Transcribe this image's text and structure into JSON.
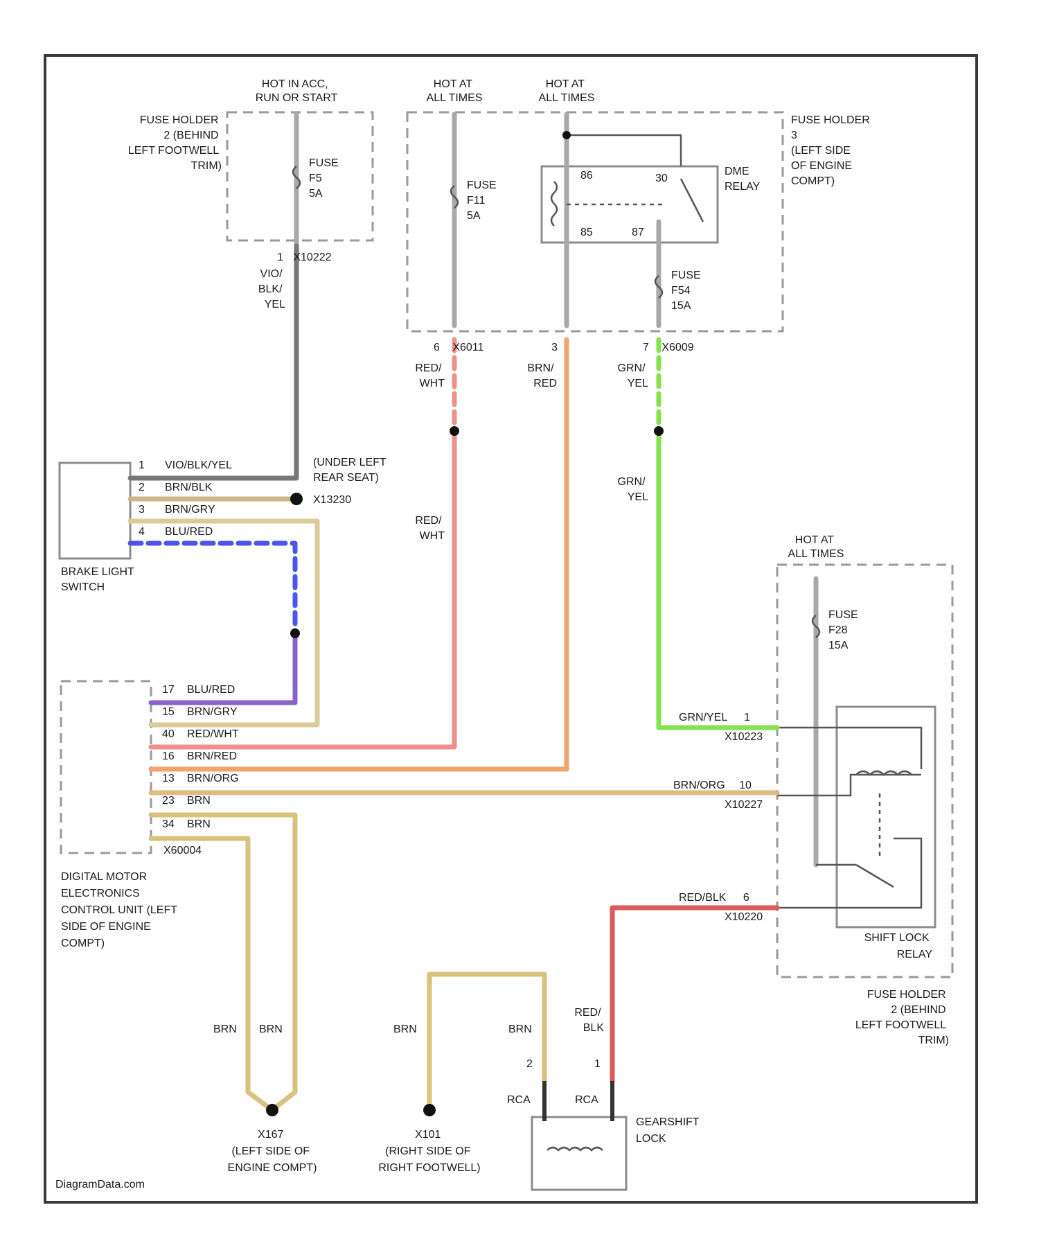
{
  "power_labels": {
    "hot_run_start": [
      "HOT IN ACC,",
      "RUN OR START"
    ],
    "hot_all_times_1": [
      "HOT AT",
      "ALL TIMES"
    ],
    "hot_all_times_2": [
      "HOT AT",
      "ALL TIMES"
    ],
    "hot_all_times_3": [
      "HOT AT",
      "ALL TIMES"
    ]
  },
  "fuse_holders": {
    "left_top": [
      "FUSE HOLDER",
      "2 (BEHIND",
      "LEFT FOOTWELL",
      "TRIM)"
    ],
    "engine": [
      "FUSE HOLDER",
      "3",
      "(LEFT SIDE",
      "OF ENGINE",
      "COMPT)"
    ],
    "right_bottom": [
      "FUSE HOLDER",
      "2 (BEHIND",
      "LEFT FOOTWELL",
      "TRIM)"
    ]
  },
  "fuses": {
    "f5": [
      "FUSE",
      "F5",
      "5A"
    ],
    "f11": [
      "FUSE",
      "F11",
      "5A"
    ],
    "f54": [
      "FUSE",
      "F54",
      "15A"
    ],
    "f28": [
      "FUSE",
      "F28",
      "15A"
    ]
  },
  "dme_relay": {
    "label": [
      "DME",
      "RELAY"
    ],
    "pins": {
      "p86": "86",
      "p30": "30",
      "p85": "85",
      "p87": "87"
    }
  },
  "connectors": {
    "x10222_top": {
      "pin": "1",
      "id": "X10222"
    },
    "x6011": {
      "pin": "6",
      "id": "X6011"
    },
    "x6011_pin3": {
      "pin": "3"
    },
    "x6009": {
      "pin": "7",
      "id": "X6009"
    },
    "x13230": "X13230",
    "x10223": "X10223",
    "x10227": "X10227",
    "x10220": "X10220",
    "x60004": "X60004"
  },
  "wire_labels": {
    "vio_blk_yel": [
      "VIO/",
      "BLK/",
      "YEL"
    ],
    "red_wht_top": [
      "RED/",
      "WHT"
    ],
    "brn_red_top": [
      "BRN/",
      "RED"
    ],
    "grn_yel_top": [
      "GRN/",
      "YEL"
    ],
    "red_wht_mid": [
      "RED/",
      "WHT"
    ],
    "grn_yel_mid": [
      "GRN/",
      "YEL"
    ],
    "grn_yel_relay": {
      "color": "GRN/YEL",
      "pin": "1"
    },
    "brn_org_relay": {
      "color": "BRN/ORG",
      "pin": "10"
    },
    "red_blk_relay": {
      "color": "RED/BLK",
      "pin": "6"
    },
    "brn_1": "BRN",
    "brn_2": "BRN",
    "brn_3": "BRN",
    "brn_4": "BRN",
    "red_blk_lock": [
      "RED/",
      "BLK"
    ],
    "lock_pin_left": "2",
    "lock_pin_right": "1",
    "rca_left": "RCA",
    "rca_right": "RCA"
  },
  "brake_switch": {
    "label": [
      "BRAKE LIGHT",
      "SWITCH"
    ],
    "pins": [
      {
        "num": "1",
        "color": "VIO/BLK/YEL"
      },
      {
        "num": "2",
        "color": "BRN/BLK"
      },
      {
        "num": "3",
        "color": "BRN/GRY"
      },
      {
        "num": "4",
        "color": "BLU/RED"
      }
    ],
    "ground_label": [
      "(UNDER LEFT",
      "REAR SEAT)"
    ]
  },
  "dme": {
    "label": [
      "DIGITAL MOTOR",
      "ELECTRONICS",
      "CONTROL UNIT (LEFT",
      "SIDE OF ENGINE",
      "COMPT)"
    ],
    "pins": [
      {
        "num": "17",
        "color": "BLU/RED"
      },
      {
        "num": "15",
        "color": "BRN/GRY"
      },
      {
        "num": "40",
        "color": "RED/WHT"
      },
      {
        "num": "16",
        "color": "BRN/RED"
      },
      {
        "num": "13",
        "color": "BRN/ORG"
      },
      {
        "num": "23",
        "color": "BRN"
      },
      {
        "num": "34",
        "color": "BRN"
      }
    ]
  },
  "shift_lock_relay": [
    "SHIFT LOCK",
    "RELAY"
  ],
  "gearshift_lock": [
    "GEARSHIFT",
    "LOCK"
  ],
  "grounds": {
    "x167": [
      "X167",
      "(LEFT SIDE OF",
      "ENGINE COMPT)"
    ],
    "x101": [
      "X101",
      "(RIGHT SIDE OF",
      "RIGHT FOOTWELL)"
    ]
  },
  "watermark": "DiagramData.com",
  "wire_colors": {
    "vio": "#777777",
    "red_wht": "#f0908c",
    "brn_red": "#eea570",
    "grn_yel": "#86e24c",
    "blu": "#4a55ea",
    "blu_red": "#8a62cc",
    "brn_gry": "#dccb9a",
    "brn_blk": "#cdb58a",
    "brn_org": "#dcbd7f",
    "brn": "#d8c27c",
    "red_blk": "#dc5a5a",
    "grey_internal": "#a8a8a8"
  }
}
